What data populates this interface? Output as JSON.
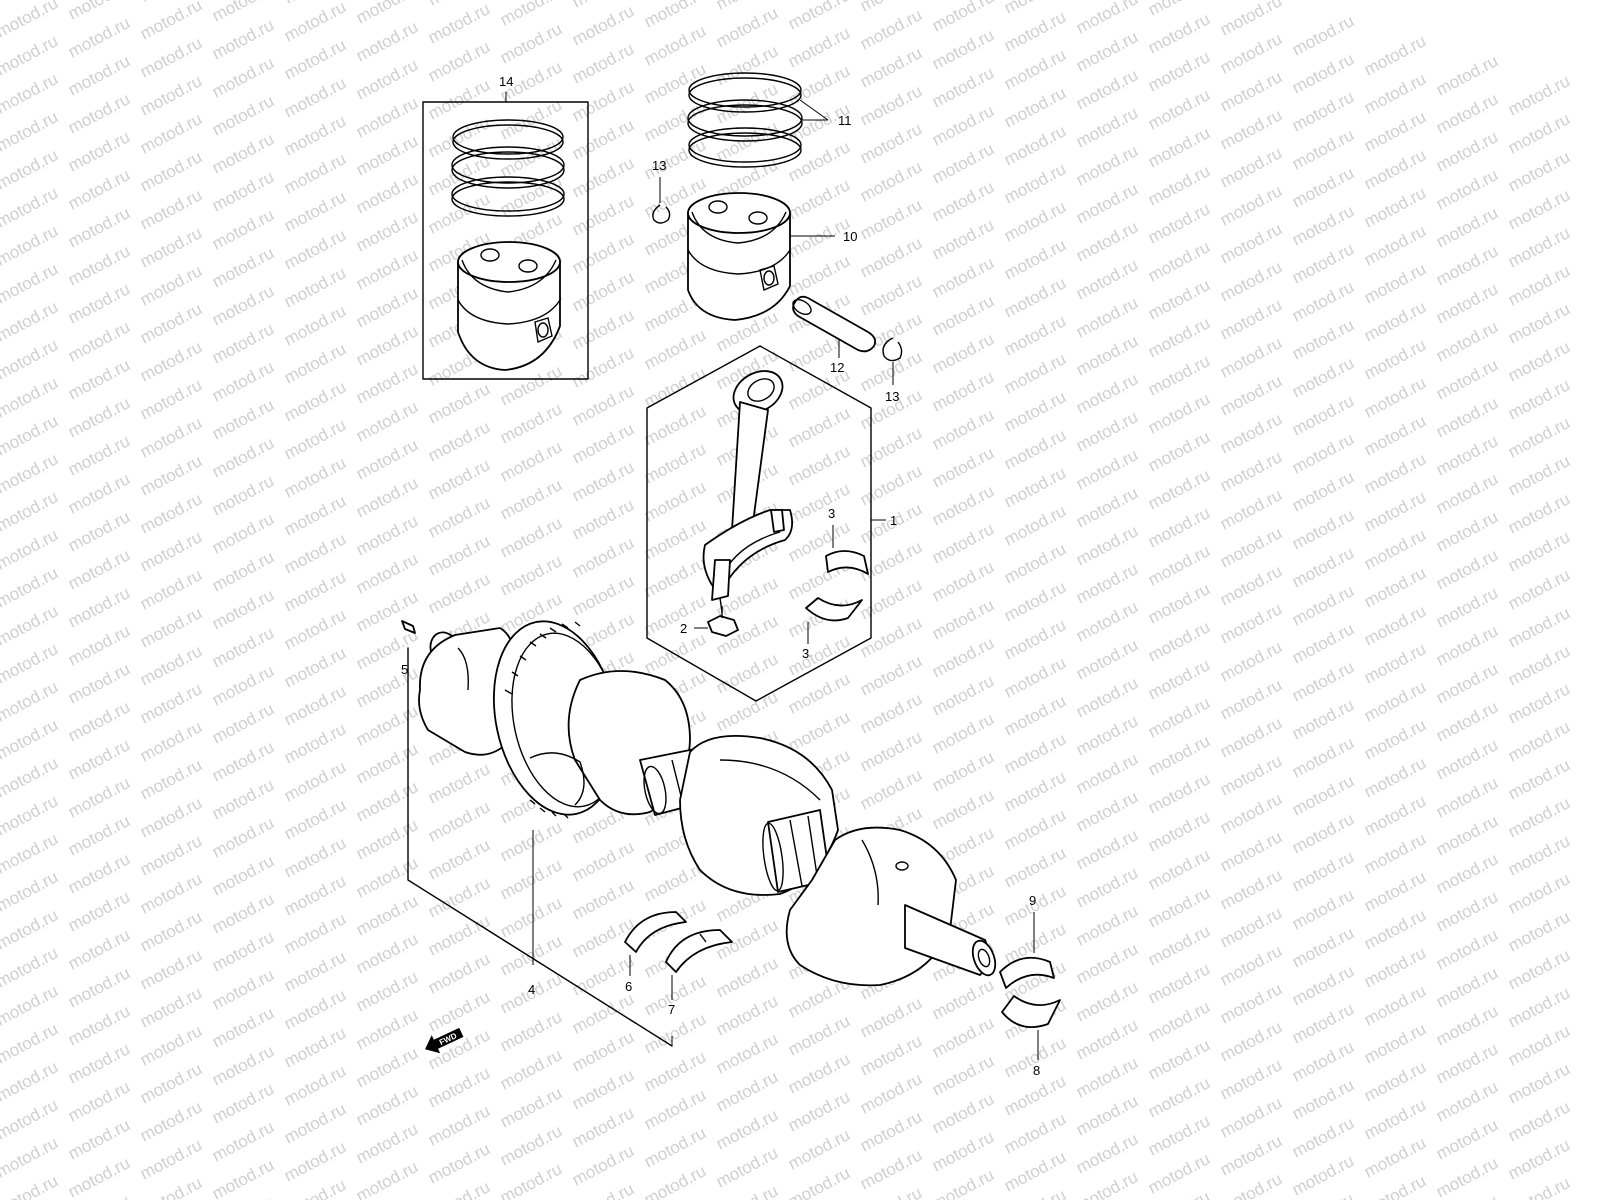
{
  "watermark": {
    "text": "motod.ru"
  },
  "callouts": {
    "c1": "1",
    "c2": "2",
    "c3a": "3",
    "c3b": "3",
    "c4": "4",
    "c5": "5",
    "c6": "6",
    "c7": "7",
    "c8": "8",
    "c9": "9",
    "c10": "10",
    "c11": "11",
    "c12": "12",
    "c13a": "13",
    "c13b": "13",
    "c14": "14"
  },
  "fwd_label": "FWD"
}
